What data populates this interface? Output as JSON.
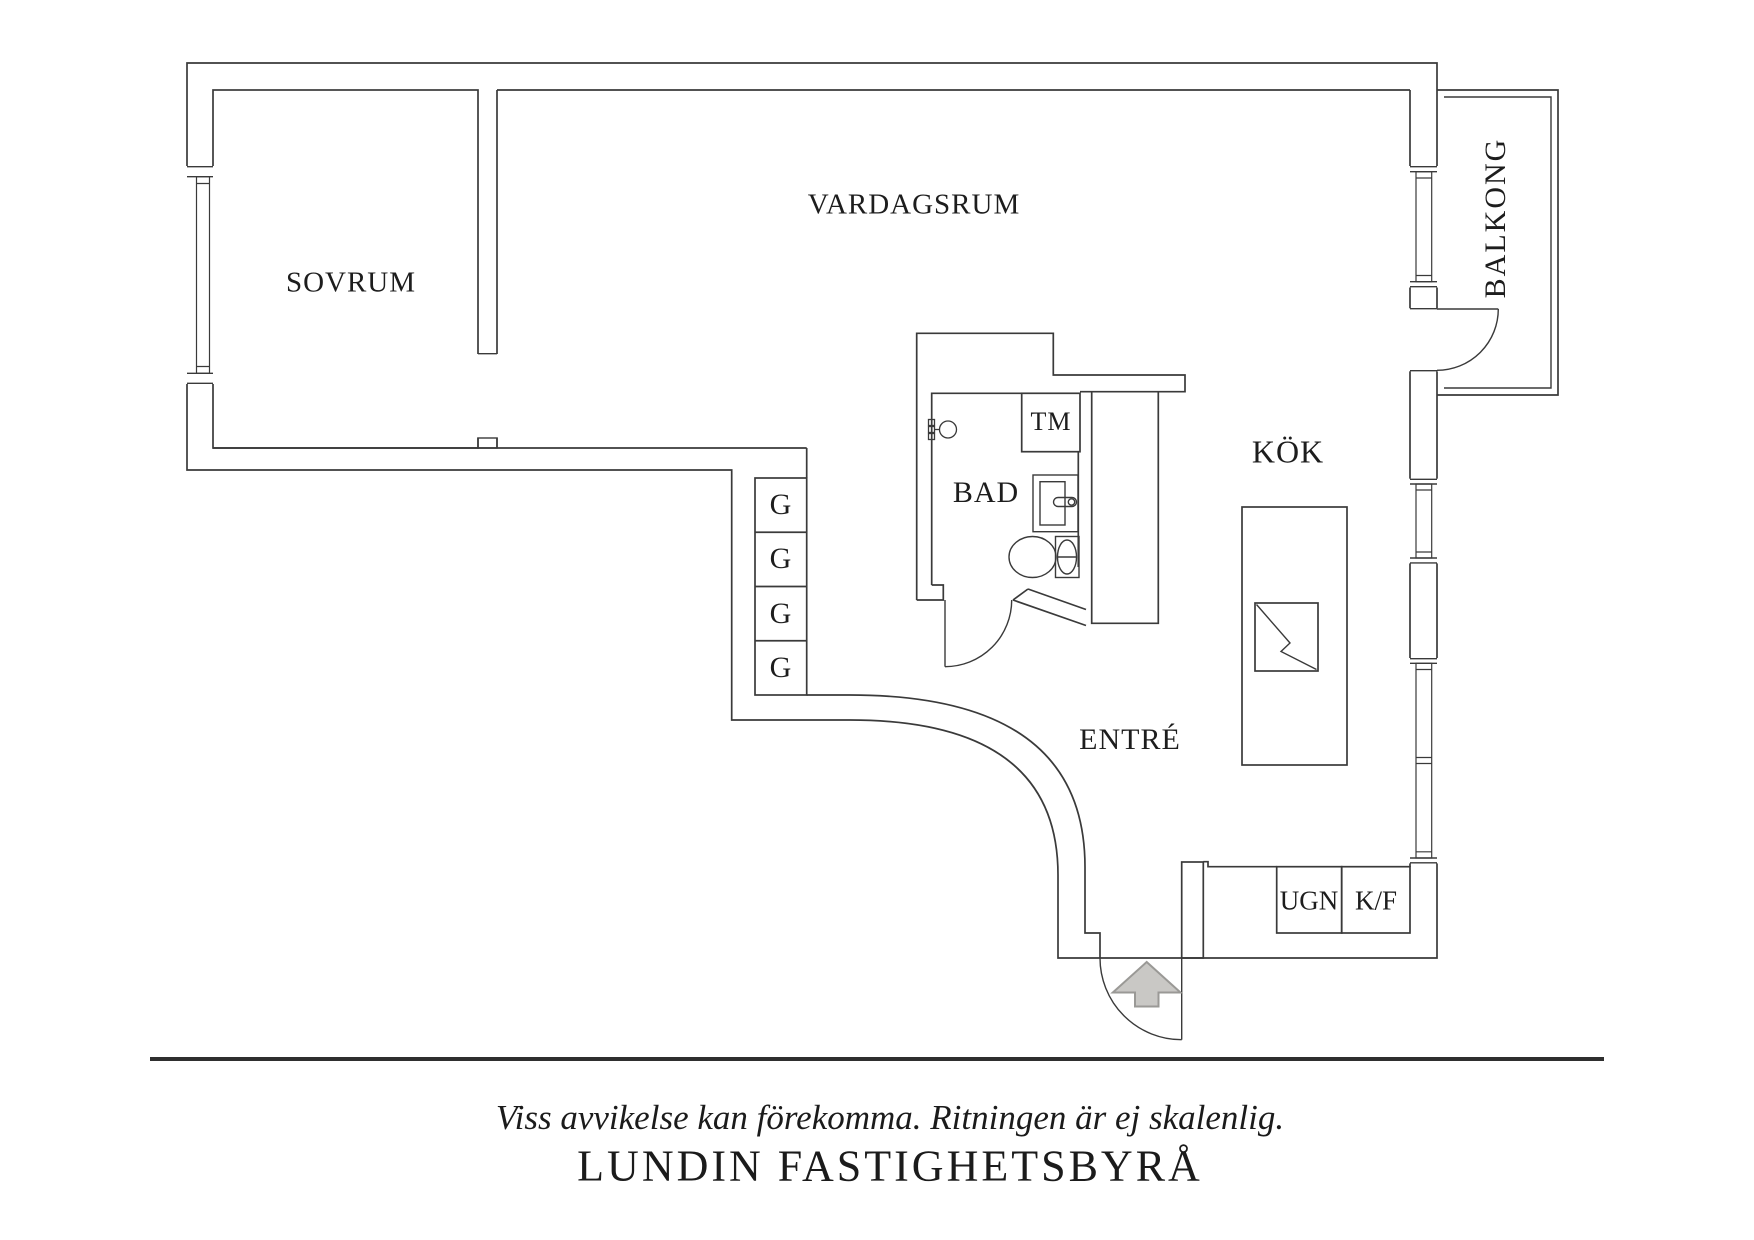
{
  "plan": {
    "rooms": {
      "sovrum": "SOVRUM",
      "vardagsrum": "VARDAGSRUM",
      "balkong": "BALKONG",
      "kok": "KÖK",
      "bad": "BAD",
      "entre": "ENTRÉ"
    },
    "fixtures": {
      "tm": "TM",
      "ugn": "UGN",
      "kf": "K/F"
    },
    "closets": [
      "G",
      "G",
      "G",
      "G"
    ]
  },
  "footer": {
    "disclaimer": "Viss avvikelse kan förekomma. Ritningen är ej skalenlig.",
    "brand": "LUNDIN FASTIGHETSBYRÅ"
  },
  "colors": {
    "wall_line": "#3a3a3a",
    "text": "#1d1d1d",
    "arrow_fill": "#c9c8c5",
    "arrow_stroke": "#9a9996",
    "background": "#ffffff"
  }
}
